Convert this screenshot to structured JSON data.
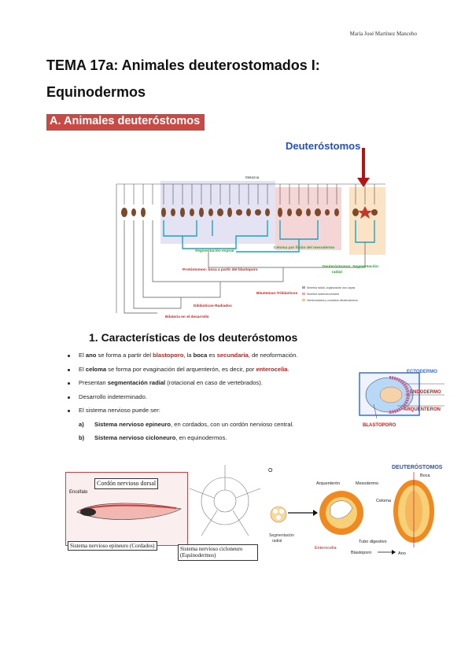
{
  "header": {
    "author": "María José Martínez Mancebo"
  },
  "title_line1": "TEMA 17a: Animales deuterostomados I:",
  "title_line2": "Equinodermos",
  "section_a": "A. Animales deuteróstomos",
  "tree": {
    "title": "Deuteróstomos",
    "label_metazoa": "Metazoa",
    "seg_espiral": "Segmentación espiral",
    "celoma_esquizo": "Celoma por fisión del mesodermo",
    "deutero_note_1": "Deuteróstomos: Segmentación",
    "deutero_note_2": "radial",
    "protostomes": "Protóstomos: boca a partir del blastoporo",
    "triploblastic": "Blastemas-Triblásticos",
    "diploblastic": "Diblásticos-Radiados",
    "bilateral": "Bilateria en el desarrollo",
    "legend": [
      "Simetría radial, organización dos capas",
      "Simetría radial secundaria",
      "Hemicordados y cordados deuterostomos"
    ]
  },
  "section1_title": "1. Características de los deuteróstomos",
  "bullets": {
    "b1": {
      "t1": "El ",
      "ano": "ano",
      "t2": " se forma a partir del ",
      "blastoporo": "blastoporo",
      "t3": ", la ",
      "boca": "boca",
      "t4": " es ",
      "secundaria": "secundaria",
      "t5": ", de neoformación."
    },
    "b2": {
      "t1": "El ",
      "celoma": "celoma",
      "t2": " se forma por evaginación del arquenterón, es decir, por ",
      "enterocelia": "enterocelia",
      "t3": "."
    },
    "b3": {
      "t1": "Presentan ",
      "seg": "segmentación radial",
      "t2": " (rotacional en caso de vertebrados)."
    },
    "b4": "Desarrollo indeterminado.",
    "b5": "El sistema nervioso puede ser:",
    "a": {
      "mark": "a)",
      "bold": "Sistema nervioso epineuro",
      "rest": ", en cordados, con un cordón nervioso central."
    },
    "b": {
      "mark": "b)",
      "bold": "Sistema nervioso cicloneuro",
      "rest": ", en equinodermos."
    }
  },
  "embryo": {
    "ectodermo": "ECTODERMO",
    "endodermo": "ENDODERMO",
    "arquenteron": "ARQUÉNTERON",
    "blastoporo": "BLASTOPORO"
  },
  "nervous": {
    "cordon": "Cordón nervioso dorsal",
    "encefalo": "Encéfalo",
    "epineuro_caption": "Sistema nervioso epineuro (Cordados)",
    "cicloneuro_caption1": "Sistema nervioso cicloneuro",
    "cicloneuro_caption2": "(Equinodermos)"
  },
  "dev": {
    "marker": "O",
    "title": "DEUTERÓSTOMOS",
    "boca": "Boca",
    "arquenteron": "Arquenterón",
    "mesodermo": "Mesodermo",
    "celoma": "Celoma",
    "seg1": "Segmentación",
    "seg2": "radial",
    "enterocelia": "Enterocelia",
    "blastoporo": "Blastoporo",
    "tubo": "Tubo digestivo",
    "ano": "Ano"
  },
  "colors": {
    "accent": "#c94a44",
    "blue": "#1f4fd6",
    "red_text": "#c8201e",
    "green": "#2aa02a"
  }
}
